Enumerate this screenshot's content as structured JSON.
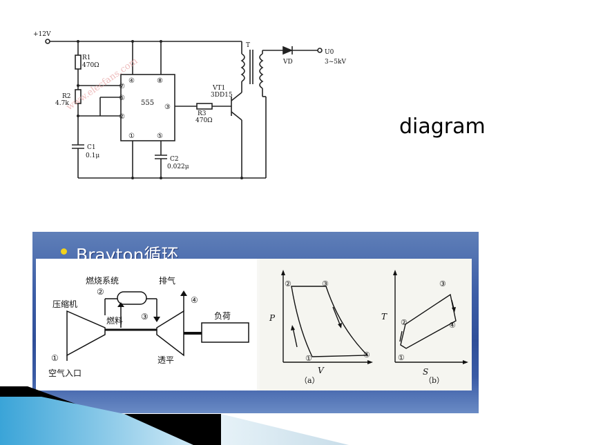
{
  "slide": {
    "side_label": "diagram"
  },
  "circuit": {
    "supply": "+12V",
    "r1_name": "R1",
    "r1_value": "470Ω",
    "r2_name": "R2",
    "r2_value": "4.7k",
    "c1_name": "C1",
    "c1_value": "0.1μ",
    "c2_name": "C2",
    "c2_value": "0.022μ",
    "r3_name": "R3",
    "r3_value": "470Ω",
    "ic_label": "555",
    "pin4": "④",
    "pin8": "⑧",
    "pin7": "⑦",
    "pin6": "⑥",
    "pin2": "②",
    "pin3": "③",
    "pin1": "①",
    "pin5": "⑤",
    "transistor_name": "VT1",
    "transistor_part": "3DD15",
    "transformer": "T",
    "diode": "VD",
    "output_name": "U0",
    "output_value": "3~5kV",
    "watermark": "www.elecfans.com"
  },
  "brayton": {
    "title": "Brayton循环",
    "compressor": "压缩机",
    "combustion": "燃烧系统",
    "fuel": "燃料",
    "exhaust": "排气",
    "load": "负荷",
    "turbine": "透平",
    "air_inlet": "空气入口",
    "p1": "①",
    "p2": "②",
    "p3": "③",
    "p4": "④",
    "pv_y_axis": "P",
    "pv_x_axis": "V",
    "pv_caption": "（a）",
    "ts_y_axis": "T",
    "ts_x_axis": "S",
    "ts_caption": "（b）"
  }
}
